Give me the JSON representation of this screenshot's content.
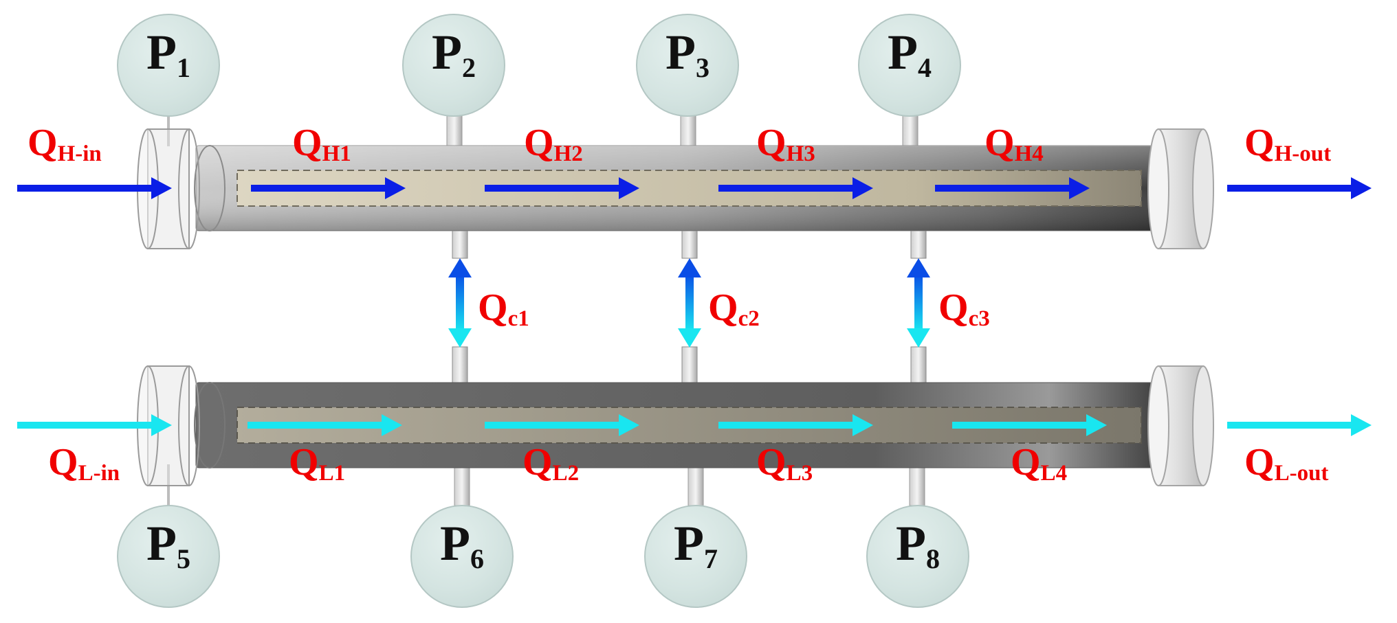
{
  "gauges": {
    "p1": {
      "main": "P",
      "sub": "1"
    },
    "p2": {
      "main": "P",
      "sub": "2"
    },
    "p3": {
      "main": "P",
      "sub": "3"
    },
    "p4": {
      "main": "P",
      "sub": "4"
    },
    "p5": {
      "main": "P",
      "sub": "5"
    },
    "p6": {
      "main": "P",
      "sub": "6"
    },
    "p7": {
      "main": "P",
      "sub": "7"
    },
    "p8": {
      "main": "P",
      "sub": "8"
    }
  },
  "flows": {
    "h_in": {
      "main": "Q",
      "sub": "H-in"
    },
    "h1": {
      "main": "Q",
      "sub": "H1"
    },
    "h2": {
      "main": "Q",
      "sub": "H2"
    },
    "h3": {
      "main": "Q",
      "sub": "H3"
    },
    "h4": {
      "main": "Q",
      "sub": "H4"
    },
    "h_out": {
      "main": "Q",
      "sub": "H-out"
    },
    "c1": {
      "main": "Q",
      "sub": "c1"
    },
    "c2": {
      "main": "Q",
      "sub": "c2"
    },
    "c3": {
      "main": "Q",
      "sub": "c3"
    },
    "l_in": {
      "main": "Q",
      "sub": "L-in"
    },
    "l1": {
      "main": "Q",
      "sub": "L1"
    },
    "l2": {
      "main": "Q",
      "sub": "L2"
    },
    "l3": {
      "main": "Q",
      "sub": "L3"
    },
    "l4": {
      "main": "Q",
      "sub": "L4"
    },
    "l_out": {
      "main": "Q",
      "sub": "L-out"
    }
  },
  "colors": {
    "high_flow_arrow": "#0a1ee6",
    "low_flow_arrow": "#19e6f0",
    "label_red": "#f00000",
    "gauge_fill": "#d4e4e1"
  }
}
